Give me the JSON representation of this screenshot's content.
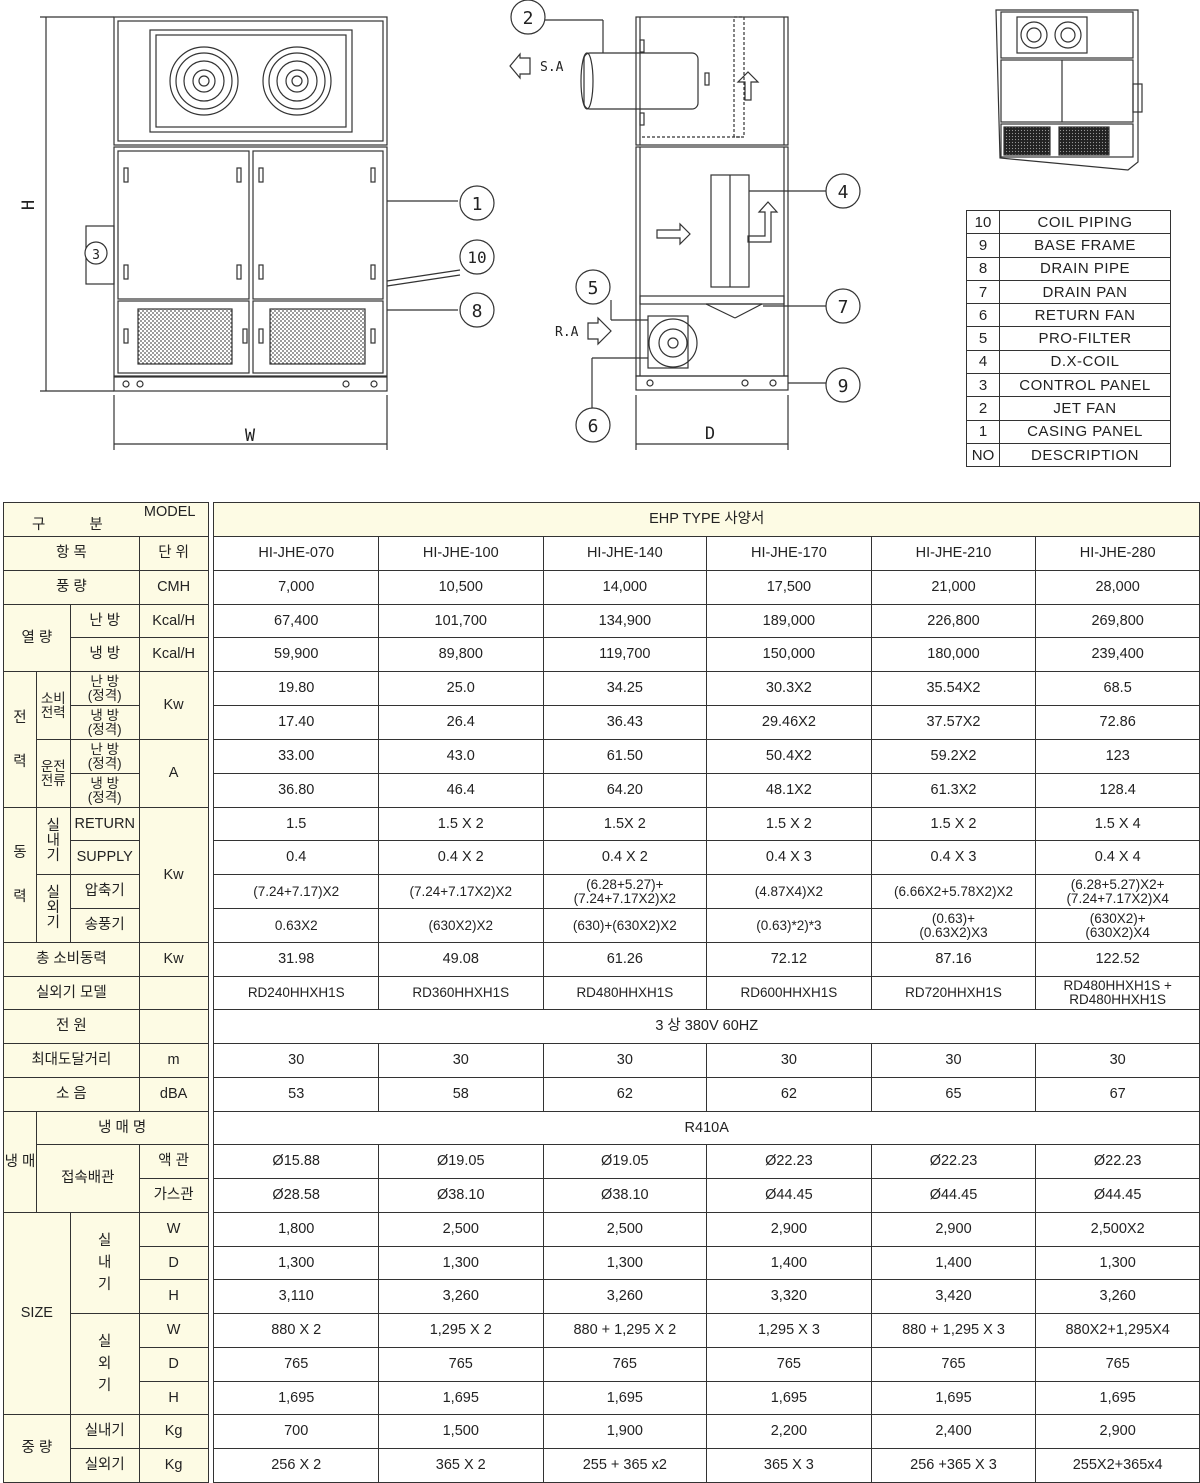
{
  "drawing": {
    "dimensions": {
      "h": "H",
      "w": "W",
      "d": "D"
    },
    "airflow": {
      "supply": "S.A",
      "return": "R.A"
    },
    "callouts": [
      "1",
      "2",
      "3",
      "4",
      "5",
      "6",
      "7",
      "8",
      "9",
      "10"
    ]
  },
  "description_table": {
    "rows": [
      {
        "no": "10",
        "text": "COIL PIPING"
      },
      {
        "no": "9",
        "text": "BASE FRAME"
      },
      {
        "no": "8",
        "text": "DRAIN PIPE"
      },
      {
        "no": "7",
        "text": "DRAIN PAN"
      },
      {
        "no": "6",
        "text": "RETURN FAN"
      },
      {
        "no": "5",
        "text": "PRO-FILTER"
      },
      {
        "no": "4",
        "text": "D.X-COIL"
      },
      {
        "no": "3",
        "text": "CONTROL PANEL"
      },
      {
        "no": "2",
        "text": "JET FAN"
      },
      {
        "no": "1",
        "text": "CASING PANEL"
      }
    ],
    "header": {
      "no": "NO",
      "text": "DESCRIPTION"
    }
  },
  "spec": {
    "corner_model": "MODEL",
    "corner_category": "구 분",
    "title": "EHP TYPE 사양서",
    "item": "항 목",
    "unit": "단 위",
    "models": [
      "HI-JHE-070",
      "HI-JHE-100",
      "HI-JHE-140",
      "HI-JHE-170",
      "HI-JHE-210",
      "HI-JHE-280"
    ],
    "airflow": {
      "label": "풍 량",
      "unit": "CMH",
      "values": [
        "7,000",
        "10,500",
        "14,000",
        "17,500",
        "21,000",
        "28,000"
      ]
    },
    "heat": {
      "label": "열 량",
      "heating": {
        "label": "난 방",
        "unit": "Kcal/H",
        "values": [
          "67,400",
          "101,700",
          "134,900",
          "189,000",
          "226,800",
          "269,800"
        ]
      },
      "cooling": {
        "label": "냉 방",
        "unit": "Kcal/H",
        "values": [
          "59,900",
          "89,800",
          "119,700",
          "150,000",
          "180,000",
          "239,400"
        ]
      }
    },
    "power": {
      "label1": "전",
      "label2": "력",
      "consumption": {
        "label1": "소비",
        "label2": "전력",
        "unit": "Kw",
        "heating": {
          "label1": "난 방",
          "label2": "(정격)",
          "values": [
            "19.80",
            "25.0",
            "34.25",
            "30.3X2",
            "35.54X2",
            "68.5"
          ]
        },
        "cooling": {
          "label1": "냉 방",
          "label2": "(정격)",
          "values": [
            "17.40",
            "26.4",
            "36.43",
            "29.46X2",
            "37.57X2",
            "72.86"
          ]
        }
      },
      "current": {
        "label1": "운전",
        "label2": "전류",
        "unit": "A",
        "heating": {
          "label1": "난 방",
          "label2": "(정격)",
          "values": [
            "33.00",
            "43.0",
            "61.50",
            "50.4X2",
            "59.2X2",
            "123"
          ]
        },
        "cooling": {
          "label1": "냉 방",
          "label2": "(정격)",
          "values": [
            "36.80",
            "46.4",
            "64.20",
            "48.1X2",
            "61.3X2",
            "128.4"
          ]
        }
      }
    },
    "motive": {
      "label1": "동",
      "label2": "력",
      "unit": "Kw",
      "indoor": {
        "label1": "실",
        "label2": "내",
        "label3": "기",
        "return": {
          "label": "RETURN",
          "values": [
            "1.5",
            "1.5 X 2",
            "1.5X 2",
            "1.5 X 2",
            "1.5 X 2",
            "1.5 X 4"
          ]
        },
        "supply": {
          "label": "SUPPLY",
          "values": [
            "0.4",
            "0.4 X 2",
            "0.4 X 2",
            "0.4 X 3",
            "0.4 X 3",
            "0.4 X 4"
          ]
        }
      },
      "outdoor": {
        "label1": "실",
        "label2": "외",
        "label3": "기",
        "compressor": {
          "label": "압축기",
          "values": [
            "(7.24+7.17)X2",
            "(7.24+7.17X2)X2",
            "(6.28+5.27)+\n(7.24+7.17X2)X2",
            "(4.87X4)X2",
            "(6.66X2+5.78X2)X2",
            "(6.28+5.27)X2+\n(7.24+7.17X2)X4"
          ]
        },
        "blower": {
          "label": "송풍기",
          "values": [
            "0.63X2",
            "(630X2)X2",
            "(630)+(630X2)X2",
            "(0.63)*2)*3",
            "(0.63)+\n(0.63X2)X3",
            "(630X2)+\n(630X2)X4"
          ]
        }
      }
    },
    "total_power": {
      "label": "총 소비동력",
      "unit": "Kw",
      "values": [
        "31.98",
        "49.08",
        "61.26",
        "72.12",
        "87.16",
        "122.52"
      ]
    },
    "outdoor_model": {
      "label": "실외기 모델",
      "values": [
        "RD240HHXH1S",
        "RD360HHXH1S",
        "RD480HHXH1S",
        "RD600HHXH1S",
        "RD720HHXH1S",
        "RD480HHXH1S +\nRD480HHXH1S"
      ]
    },
    "power_supply": {
      "label": "전 원",
      "value": "3 상 380V 60HZ"
    },
    "max_distance": {
      "label": "최대도달거리",
      "unit": "m",
      "values": [
        "30",
        "30",
        "30",
        "30",
        "30",
        "30"
      ]
    },
    "noise": {
      "label": "소 음",
      "unit": "dBA",
      "values": [
        "53",
        "58",
        "62",
        "62",
        "65",
        "67"
      ]
    },
    "refrigerant": {
      "label": "냉 매",
      "name": {
        "label": "냉 매 명",
        "value": "R410A"
      },
      "piping": {
        "label": "접속배관",
        "liquid": {
          "label": "액 관",
          "values": [
            "Ø15.88",
            "Ø19.05",
            "Ø19.05",
            "Ø22.23",
            "Ø22.23",
            "Ø22.23"
          ]
        },
        "gas": {
          "label": "가스관",
          "values": [
            "Ø28.58",
            "Ø38.10",
            "Ø38.10",
            "Ø44.45",
            "Ø44.45",
            "Ø44.45"
          ]
        }
      }
    },
    "size": {
      "label": "SIZE",
      "indoor": {
        "label1": "실",
        "label2": "내",
        "label3": "기",
        "w": {
          "label": "W",
          "values": [
            "1,800",
            "2,500",
            "2,500",
            "2,900",
            "2,900",
            "2,500X2"
          ]
        },
        "d": {
          "label": "D",
          "values": [
            "1,300",
            "1,300",
            "1,300",
            "1,400",
            "1,400",
            "1,300"
          ]
        },
        "h": {
          "label": "H",
          "values": [
            "3,110",
            "3,260",
            "3,260",
            "3,320",
            "3,420",
            "3,260"
          ]
        }
      },
      "outdoor": {
        "label1": "실",
        "label2": "외",
        "label3": "기",
        "w": {
          "label": "W",
          "values": [
            "880 X 2",
            "1,295 X 2",
            "880 + 1,295 X 2",
            "1,295 X 3",
            "880 + 1,295 X 3",
            "880X2+1,295X4"
          ]
        },
        "d": {
          "label": "D",
          "values": [
            "765",
            "765",
            "765",
            "765",
            "765",
            "765"
          ]
        },
        "h": {
          "label": "H",
          "values": [
            "1,695",
            "1,695",
            "1,695",
            "1,695",
            "1,695",
            "1,695"
          ]
        }
      }
    },
    "weight": {
      "label": "중 량",
      "indoor": {
        "label": "실내기",
        "unit": "Kg",
        "values": [
          "700",
          "1,500",
          "1,900",
          "2,200",
          "2,400",
          "2,900"
        ]
      },
      "outdoor": {
        "label": "실외기",
        "unit": "Kg",
        "values": [
          "256 X 2",
          "365 X 2",
          "255 + 365 x2",
          "365 X 3",
          "256 +365 X 3",
          "255X2+365x4"
        ]
      }
    }
  }
}
